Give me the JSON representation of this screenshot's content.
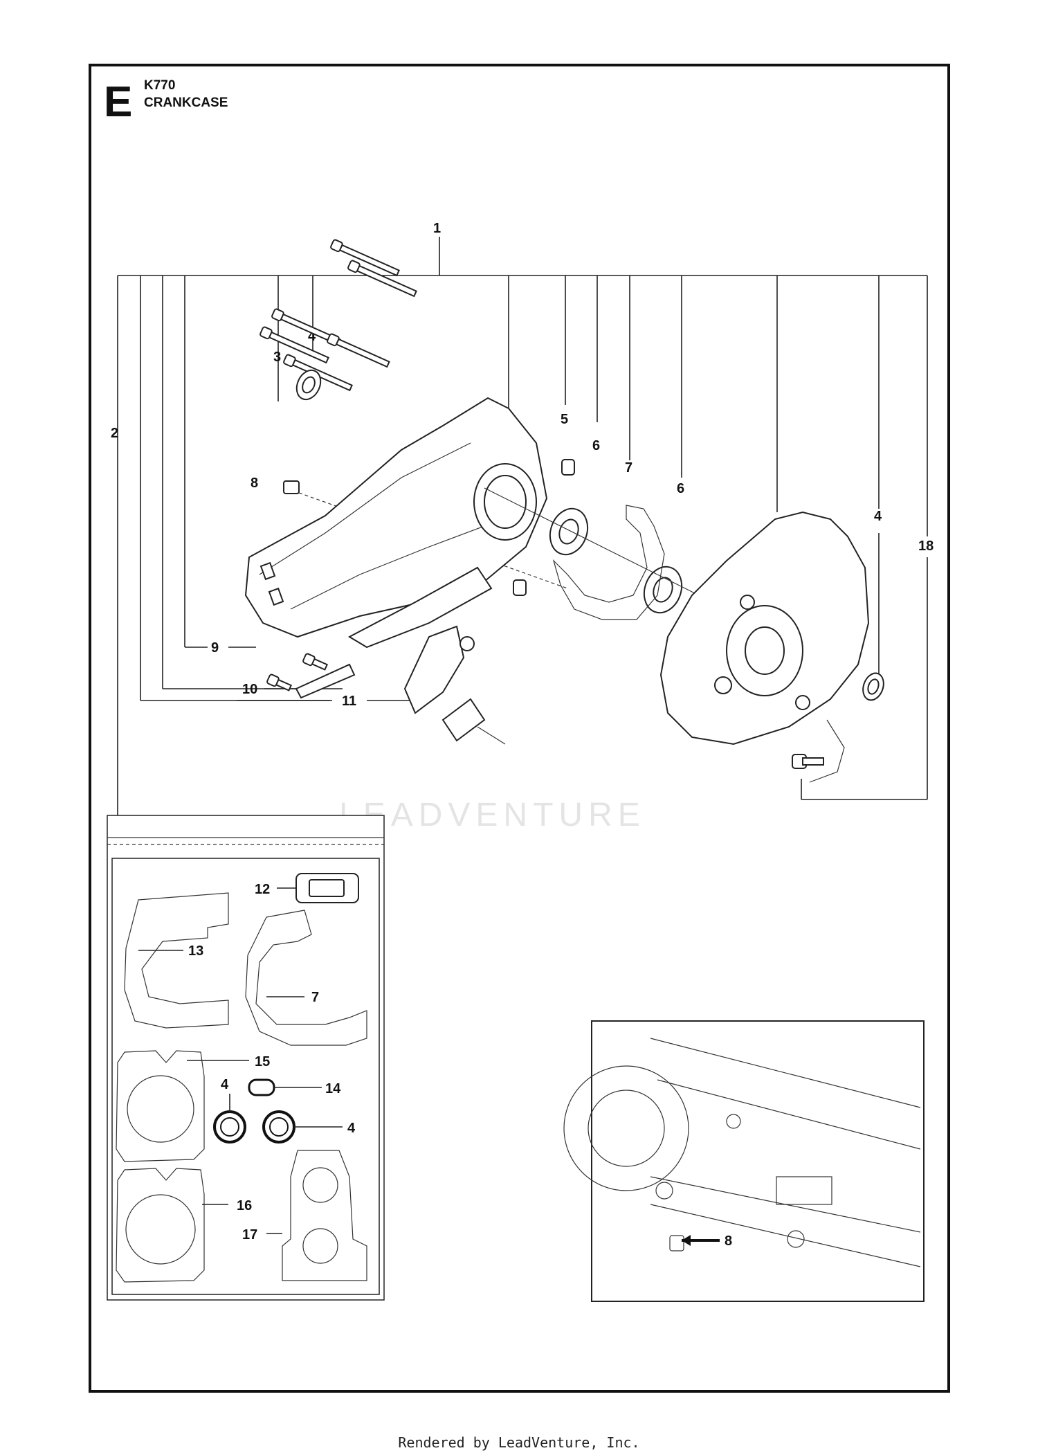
{
  "header": {
    "section": "E",
    "model": "K770",
    "title": "CRANKCASE"
  },
  "callouts": [
    "1",
    "2",
    "3",
    "4",
    "4",
    "4",
    "4",
    "5",
    "6",
    "6",
    "7",
    "7",
    "8",
    "8",
    "9",
    "10",
    "11",
    "12",
    "13",
    "14",
    "15",
    "16",
    "17",
    "18"
  ],
  "kit_labels": [
    "12",
    "13",
    "7",
    "15",
    "4",
    "14",
    "4",
    "16",
    "17"
  ],
  "watermark": "LEADVENTURE",
  "footer": "Rendered by LeadVenture, Inc."
}
